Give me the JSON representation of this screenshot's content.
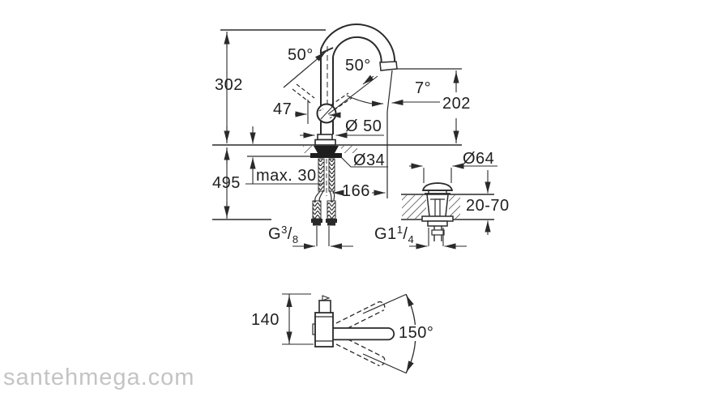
{
  "watermark": "santehmega.com",
  "colors": {
    "line": "#2a2a2a",
    "watermark": "#c4c4c4"
  },
  "views": {
    "front": {
      "dims": {
        "height_above_deck": "302",
        "total_height": "495",
        "handle_offset": "47",
        "handle_angle_left": "50°",
        "handle_angle_right": "50°",
        "outlet_angle": "7°",
        "outlet_height": "202",
        "base_diameter": "Ø 50",
        "hole_diameter": "Ø34",
        "deck_max_thickness": "max. 30",
        "spout_reach": "166",
        "supply_thread": {
          "prefix": "G",
          "sup": "3",
          "slash": "/",
          "sub": "8"
        }
      }
    },
    "drain": {
      "dims": {
        "flange_diameter": "Ø64",
        "deck_thickness_range": "20-70",
        "waste_thread": {
          "prefix": "G1",
          "sup": "1",
          "slash": "/",
          "sub": "4"
        }
      }
    },
    "top": {
      "dims": {
        "body_depth": "140",
        "swivel_range": "150°"
      }
    }
  }
}
